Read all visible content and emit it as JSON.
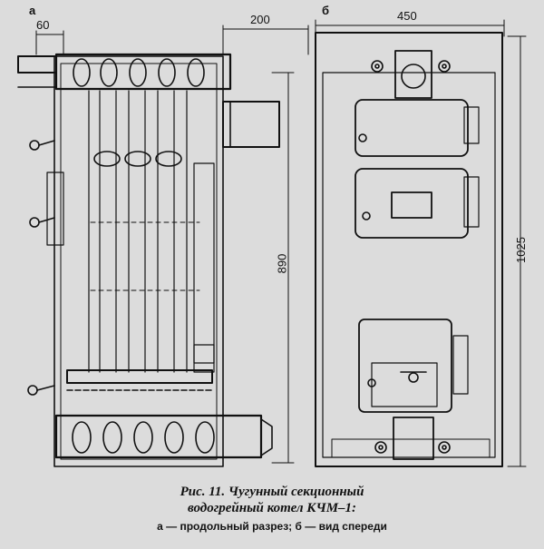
{
  "panels": {
    "a_label": "а",
    "b_label": "б"
  },
  "dimensions": {
    "top_left": "60",
    "top_mid": "200",
    "top_right": "450",
    "height_left": "890",
    "height_right": "1025"
  },
  "caption": {
    "title_line1": "Рис. 11. Чугунный секционный",
    "title_line2": "водогрейный котел КЧМ–1:",
    "subtitle": "а — продольный разрез; б — вид спереди"
  },
  "colors": {
    "background": "#dcdcdc",
    "ink": "#111111"
  }
}
